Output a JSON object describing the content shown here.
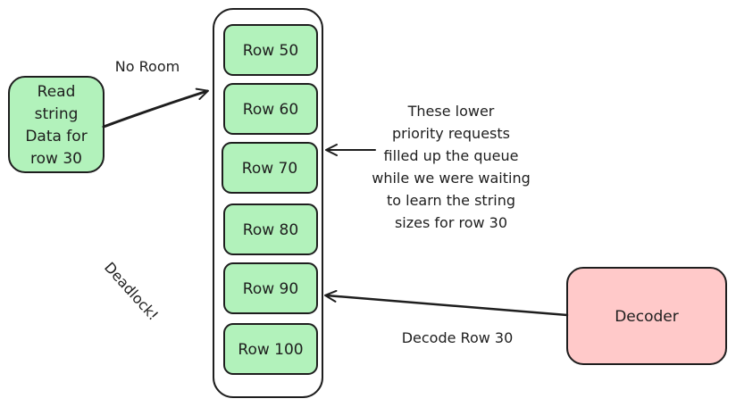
{
  "queue": {
    "rows": [
      "Row 50",
      "Row 60",
      "Row 70",
      "Row 80",
      "Row 90",
      "Row 100"
    ]
  },
  "read_box": {
    "lines": [
      "Read",
      "string",
      "Data for",
      "row 30"
    ]
  },
  "decoder_box": {
    "label": "Decoder"
  },
  "annotations": {
    "no_room": "No Room",
    "deadlock": "Deadlock!",
    "decode_row": "Decode Row 30",
    "explanation": [
      "These lower",
      "priority requests",
      "filled up the queue",
      "while we were waiting",
      "to learn the string",
      "sizes for row 30"
    ]
  },
  "colors": {
    "row_fill": "#b2f2bb",
    "read_fill": "#b2f2bb",
    "decoder_fill": "#ffc9c9",
    "stroke": "#1e1e1e"
  }
}
